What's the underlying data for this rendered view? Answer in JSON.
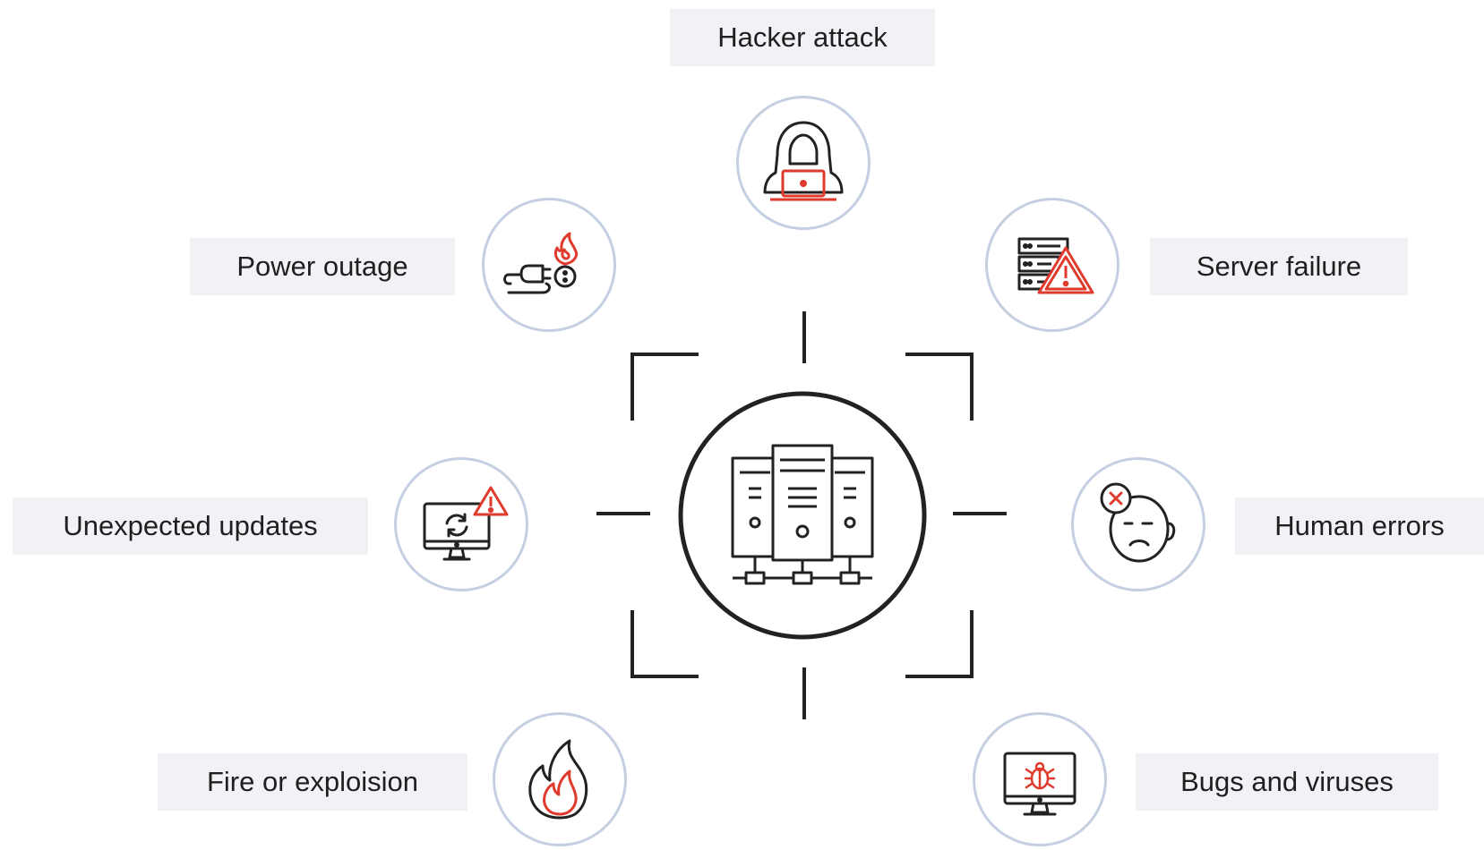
{
  "colors": {
    "accent": "#e03a2c",
    "ink": "#222222",
    "ring": "#c5cfe2",
    "label_bg": "#f1f2f5"
  },
  "center": {
    "icon": "server-rack-icon"
  },
  "threats": {
    "hacker_attack": {
      "label": "Hacker attack",
      "icon": "hooded-hacker-laptop-icon"
    },
    "power_outage": {
      "label": "Power outage",
      "icon": "burning-plug-icon"
    },
    "server_failure": {
      "label": "Server failure",
      "icon": "server-warning-icon"
    },
    "unexpected_updates": {
      "label": "Unexpected updates",
      "icon": "monitor-update-warning-icon"
    },
    "human_errors": {
      "label": "Human errors",
      "icon": "sad-face-error-icon"
    },
    "fire_or_explosion": {
      "label": "Fire or exploision",
      "icon": "flame-icon"
    },
    "bugs_and_viruses": {
      "label": "Bugs and viruses",
      "icon": "monitor-bug-icon"
    }
  }
}
